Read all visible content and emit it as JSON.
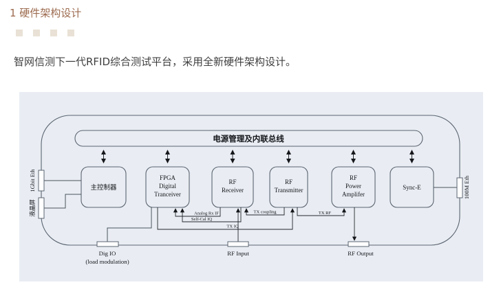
{
  "page": {
    "heading": "1 硬件架构设计",
    "paragraph": "智网信测下一代RFID综合测试平台，采用全新硬件架构设计。"
  },
  "colors": {
    "heading_text": "#9c6a4e",
    "placeholder_square": "#e9e1d5",
    "diagram_background": "#e9edf3",
    "diagram_outline": "#5b6470",
    "signal_line": "#22262c"
  },
  "diagram": {
    "bus_label": "电源管理及内联总线",
    "boxes": {
      "controller": "主控制器",
      "fpga": [
        "FPGA",
        "Digital",
        "Tranceiver"
      ],
      "receiver": [
        "RF",
        "Receiver"
      ],
      "transmitter": [
        "RF",
        "Transmitter"
      ],
      "pa": [
        "RF",
        "Power",
        "Amplifer"
      ],
      "synce": "Sync-E"
    },
    "ports": {
      "gbit": "1Gbit Eth",
      "lcd": "液晶屏",
      "eth100": "100M Eth",
      "digio": "Dig IO",
      "digio_sub": "(load modulation)",
      "rf_in": "RF Input",
      "rf_out": "RF Output"
    },
    "signals": {
      "analog_rx_if": "Analog Rx IF",
      "self_cal_iq": "Self-Cal IQ",
      "tx_coupling": "TX coupling",
      "tx_iq": "TX IQ",
      "tx_rf": "TX RF"
    }
  }
}
